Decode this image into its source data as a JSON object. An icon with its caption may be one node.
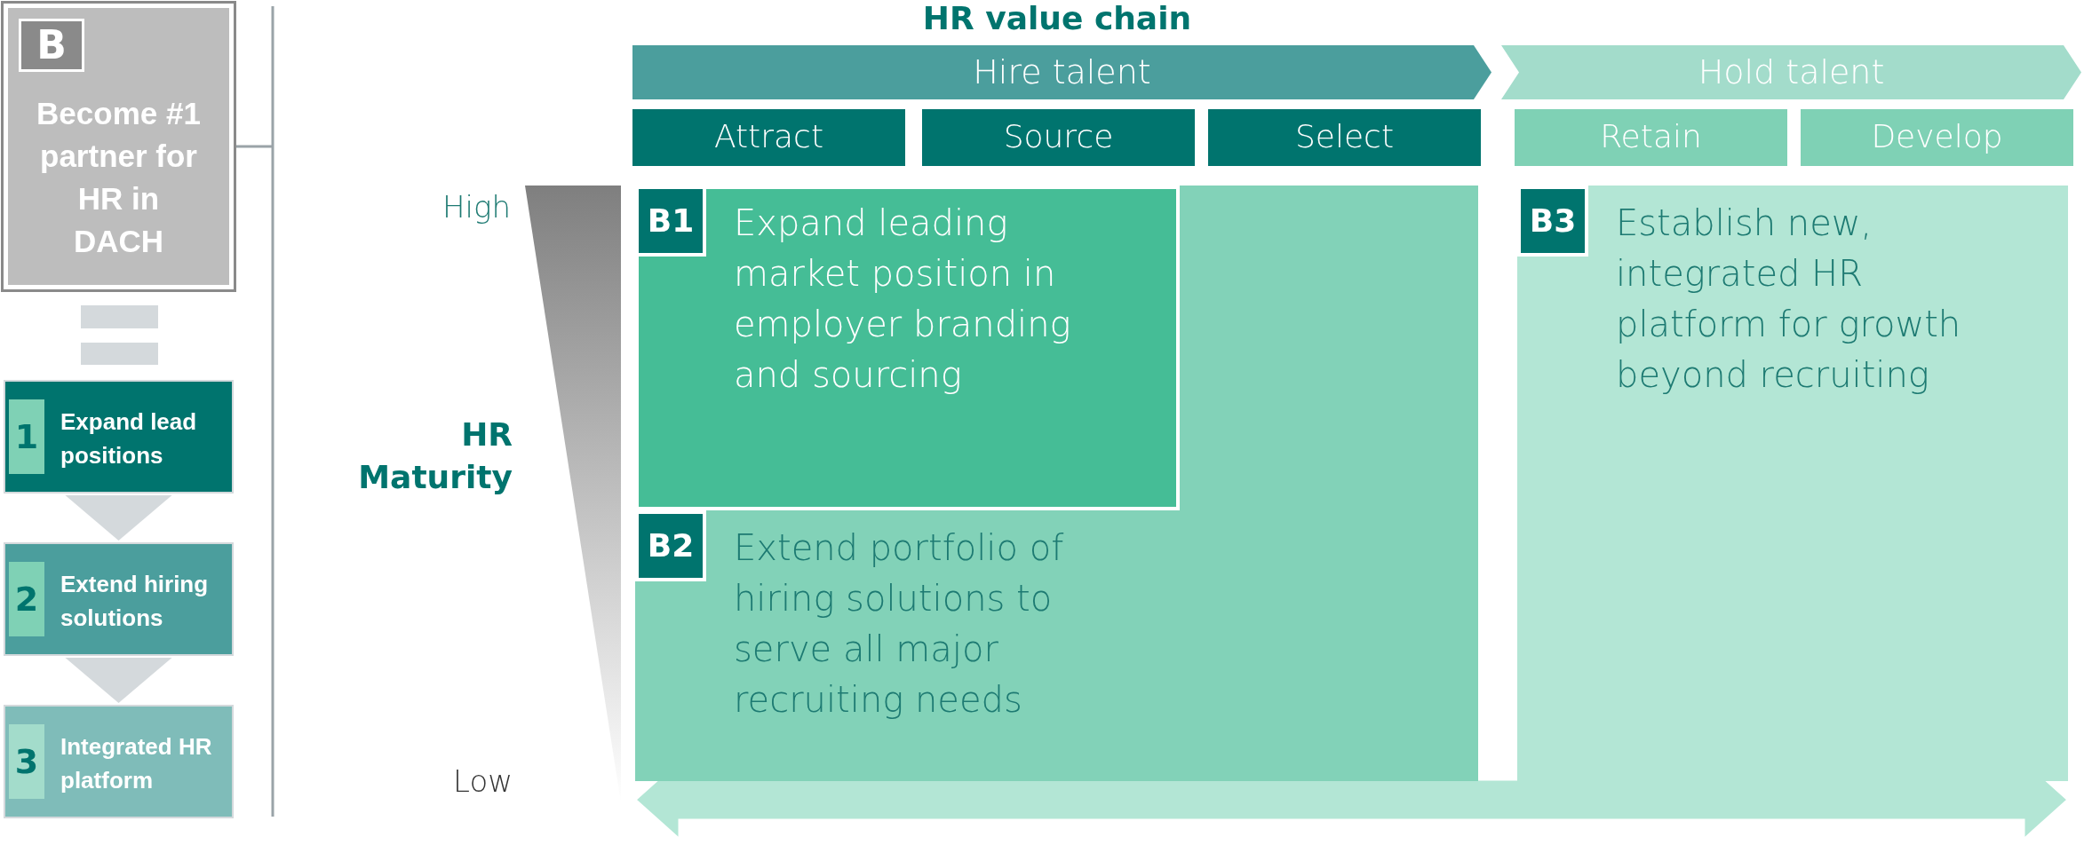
{
  "diagram": {
    "nodes": [
      {
        "text": [
          "B",
          "Become #1 partner for HR in DACH"
        ]
      },
      {
        "text": [
          "1",
          "Expand lead positions"
        ]
      },
      {
        "text": [
          "2",
          "Extend hiring solutions"
        ]
      },
      {
        "text": [
          "3",
          "Integrated HR platform"
        ]
      },
      {
        "text": [
          "Hire talent"
        ]
      },
      {
        "text": [
          "Hold talent"
        ]
      },
      {
        "text": [
          "Attract"
        ]
      },
      {
        "text": [
          "Source"
        ]
      },
      {
        "text": [
          "Select"
        ]
      },
      {
        "text": [
          "Retain"
        ]
      },
      {
        "text": [
          "Develop"
        ]
      },
      {
        "text": [
          "B2",
          "Extend portfolio of hiring solutions to serve all major recruiting needs"
        ]
      },
      {
        "text": [
          "B1",
          "Expand leading market position in employer branding and sourcing"
        ]
      },
      {
        "text": [
          "B3",
          "Establish new, integrated HR platform for growth beyond recruiting"
        ]
      }
    ],
    "edges": [
      {
        "from": 1,
        "to": 2,
        "arrow": "to"
      },
      {
        "from": 2,
        "to": 3,
        "arrow": "to"
      }
    ],
    "labels": [
      "HR value chain",
      "High",
      "HR Maturity",
      "Low"
    ]
  }
}
